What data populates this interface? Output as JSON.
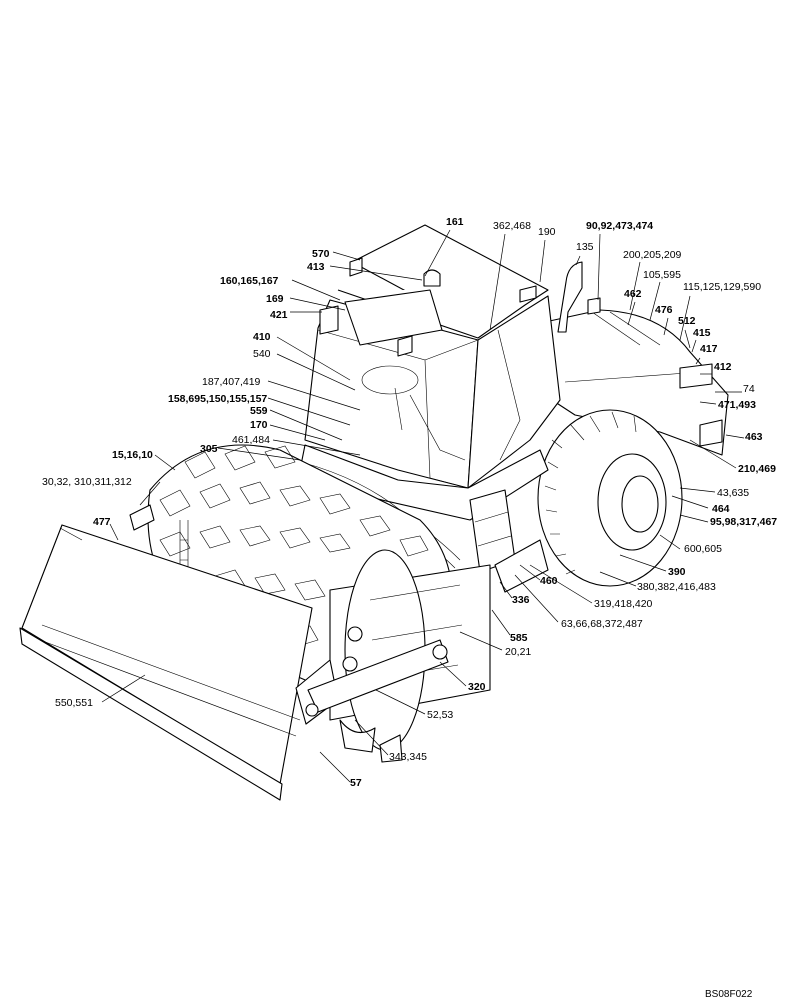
{
  "figure_code": "BS08F022",
  "callouts": [
    {
      "text": "161",
      "bold": true
    },
    {
      "text": "362,468",
      "bold": false
    },
    {
      "text": "190",
      "bold": false
    },
    {
      "text": "90,92,473,474",
      "bold": true
    },
    {
      "text": "570",
      "bold": true
    },
    {
      "text": "135",
      "bold": false
    },
    {
      "text": "200,205,209",
      "bold": false
    },
    {
      "text": "413",
      "bold": true
    },
    {
      "text": "105,595",
      "bold": false
    },
    {
      "text": "462",
      "bold": true
    },
    {
      "text": "160,165,167",
      "bold": true
    },
    {
      "text": "476",
      "bold": true
    },
    {
      "text": "115,125,129,590",
      "bold": false
    },
    {
      "text": "169",
      "bold": true
    },
    {
      "text": "421",
      "bold": true
    },
    {
      "text": "512",
      "bold": true
    },
    {
      "text": "415",
      "bold": true
    },
    {
      "text": "410",
      "bold": true
    },
    {
      "text": "417",
      "bold": true
    },
    {
      "text": "540",
      "bold": false
    },
    {
      "text": "412",
      "bold": true
    },
    {
      "text": "187,407,419",
      "bold": false
    },
    {
      "text": "74",
      "bold": false
    },
    {
      "text": "158,695,150,155,157",
      "bold": true
    },
    {
      "text": "471,493",
      "bold": true
    },
    {
      "text": "559",
      "bold": true
    },
    {
      "text": "170",
      "bold": true
    },
    {
      "text": "461,484",
      "bold": false
    },
    {
      "text": "463",
      "bold": true
    },
    {
      "text": "305",
      "bold": true
    },
    {
      "text": "15,16,10",
      "bold": true
    },
    {
      "text": "210,469",
      "bold": true
    },
    {
      "text": "30,32, 310,311,312",
      "bold": false
    },
    {
      "text": "43,635",
      "bold": false
    },
    {
      "text": "464",
      "bold": true
    },
    {
      "text": "477",
      "bold": true
    },
    {
      "text": "95,98,317,467",
      "bold": true
    },
    {
      "text": "600,605",
      "bold": false
    },
    {
      "text": "390",
      "bold": true
    },
    {
      "text": "460",
      "bold": true
    },
    {
      "text": "380,382,416,483",
      "bold": false
    },
    {
      "text": "336",
      "bold": true
    },
    {
      "text": "319,418,420",
      "bold": false
    },
    {
      "text": "63,66,68,372,487",
      "bold": false
    },
    {
      "text": "585",
      "bold": true
    },
    {
      "text": "20,21",
      "bold": false
    },
    {
      "text": "320",
      "bold": true
    },
    {
      "text": "550,551",
      "bold": false
    },
    {
      "text": "52,53",
      "bold": false
    },
    {
      "text": "343,345",
      "bold": false
    },
    {
      "text": "57",
      "bold": true
    }
  ]
}
